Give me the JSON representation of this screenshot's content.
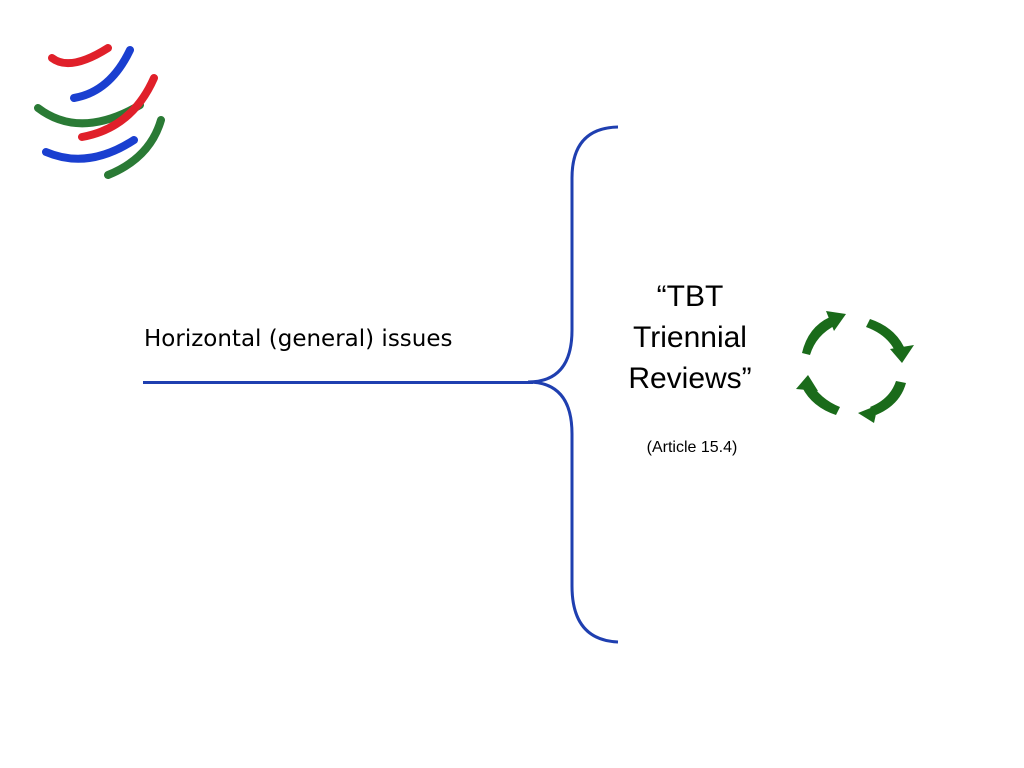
{
  "logo": {
    "icon": "wto-globe-logo",
    "colors": [
      "#e0202a",
      "#1a3fd0",
      "#2a7a35"
    ]
  },
  "left_label": "Horizontal (general) issues",
  "title_lines": [
    "“TBT",
    "Triennial",
    "Reviews”"
  ],
  "article_ref": "(Article 15.4)",
  "cycle_icon": {
    "icon": "review-cycle-arrows-icon",
    "color": "#1a6b1a"
  },
  "line_color": "#1f3fb0"
}
